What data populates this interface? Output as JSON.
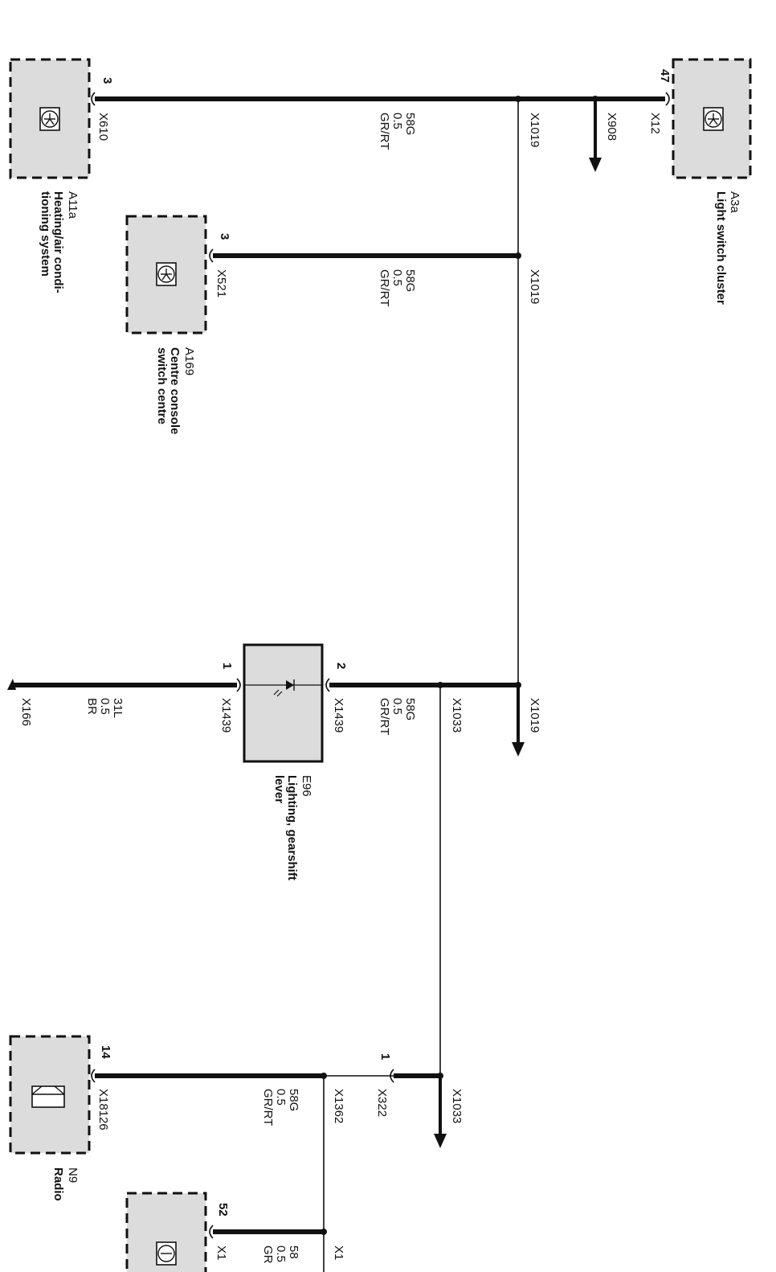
{
  "components": {
    "a3a": {
      "id": "A3a",
      "name": "Light switch cluster"
    },
    "a11a": {
      "id": "A11a",
      "name_l1": "Heating/air condi-",
      "name_l2": "tioning system"
    },
    "a169": {
      "id": "A169",
      "name_l1": "Centre console",
      "name_l2": "switch centre"
    },
    "e96": {
      "id": "E96",
      "name_l1": "Lighting, gearshift",
      "name_l2": "lever"
    },
    "n9": {
      "id": "N9",
      "name": "Radio"
    }
  },
  "connectors": {
    "x12": "X12",
    "x908": "X908",
    "x1019a": "X1019",
    "x1019b": "X1019",
    "x1019c": "X1019",
    "x610": "X610",
    "x521": "X521",
    "x1439a": "X1439",
    "x1439b": "X1439",
    "x1033a": "X1033",
    "x1033b": "X1033",
    "x166": "X166",
    "x322": "X322",
    "x1362": "X1362",
    "x18126": "X18126",
    "x1cut": "X1",
    "x1cut2": "X1"
  },
  "pins": {
    "a3a": "47",
    "a11a": "3",
    "a169": "3",
    "e96_top": "2",
    "e96_bottom": "1",
    "x322": "1",
    "n9": "14",
    "bottom_comp": "52"
  },
  "wires": {
    "w1": {
      "signal": "58G",
      "gauge": "0.5",
      "color": "GR/RT"
    },
    "w2": {
      "signal": "58G",
      "gauge": "0.5",
      "color": "GR/RT"
    },
    "w3": {
      "signal": "58G",
      "gauge": "0.5",
      "color": "GR/RT"
    },
    "w4": {
      "signal": "31L",
      "gauge": "0.5",
      "color": "BR"
    },
    "w5": {
      "signal": "58G",
      "gauge": "0.5",
      "color": "GR/RT"
    },
    "w6": {
      "signal": "58",
      "gauge": "0.5",
      "color": "GR"
    }
  }
}
